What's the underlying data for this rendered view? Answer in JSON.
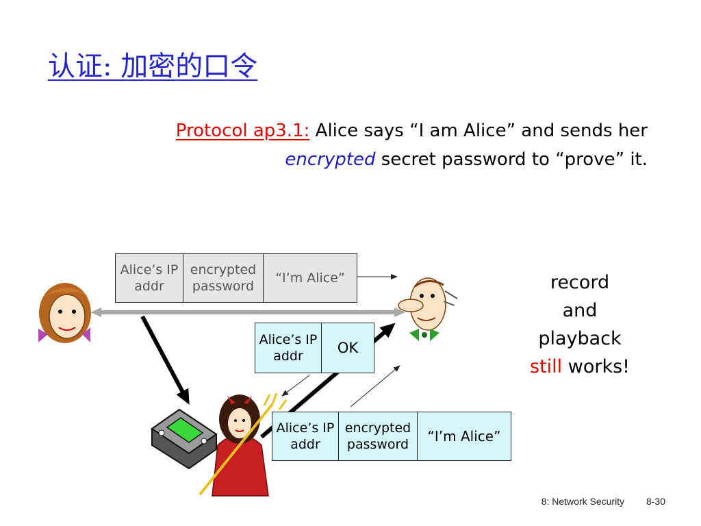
{
  "title": "认证: 加密的口令",
  "protocol": {
    "tag": "Protocol ap3.1:",
    "line1_rest": "Alice says “I am Alice” and sends her",
    "line2_italic": "encrypted",
    "line2_rest": "secret password to “prove” it."
  },
  "packet_top": {
    "addr": "Alice’s IP addr",
    "password": "encrypted password",
    "message": "“I’m Alice”"
  },
  "packet_reply": {
    "addr": "Alice’s IP addr",
    "message": "OK"
  },
  "packet_replay": {
    "addr": "Alice’s IP addr",
    "password": "encrypted password",
    "message": "“I’m Alice”"
  },
  "note": {
    "line1": "record",
    "line2": "and",
    "line3": "playback",
    "still": "still",
    "works": "works!"
  },
  "footer": {
    "chapter": "8: Network Security",
    "page": "8-30"
  },
  "colors": {
    "title": "#2525c8",
    "accent_red": "#e00000",
    "encrypted_blue": "#1c1cbf",
    "packet_gray": "#e6e6e6",
    "packet_cyan": "#d6f7f8"
  }
}
